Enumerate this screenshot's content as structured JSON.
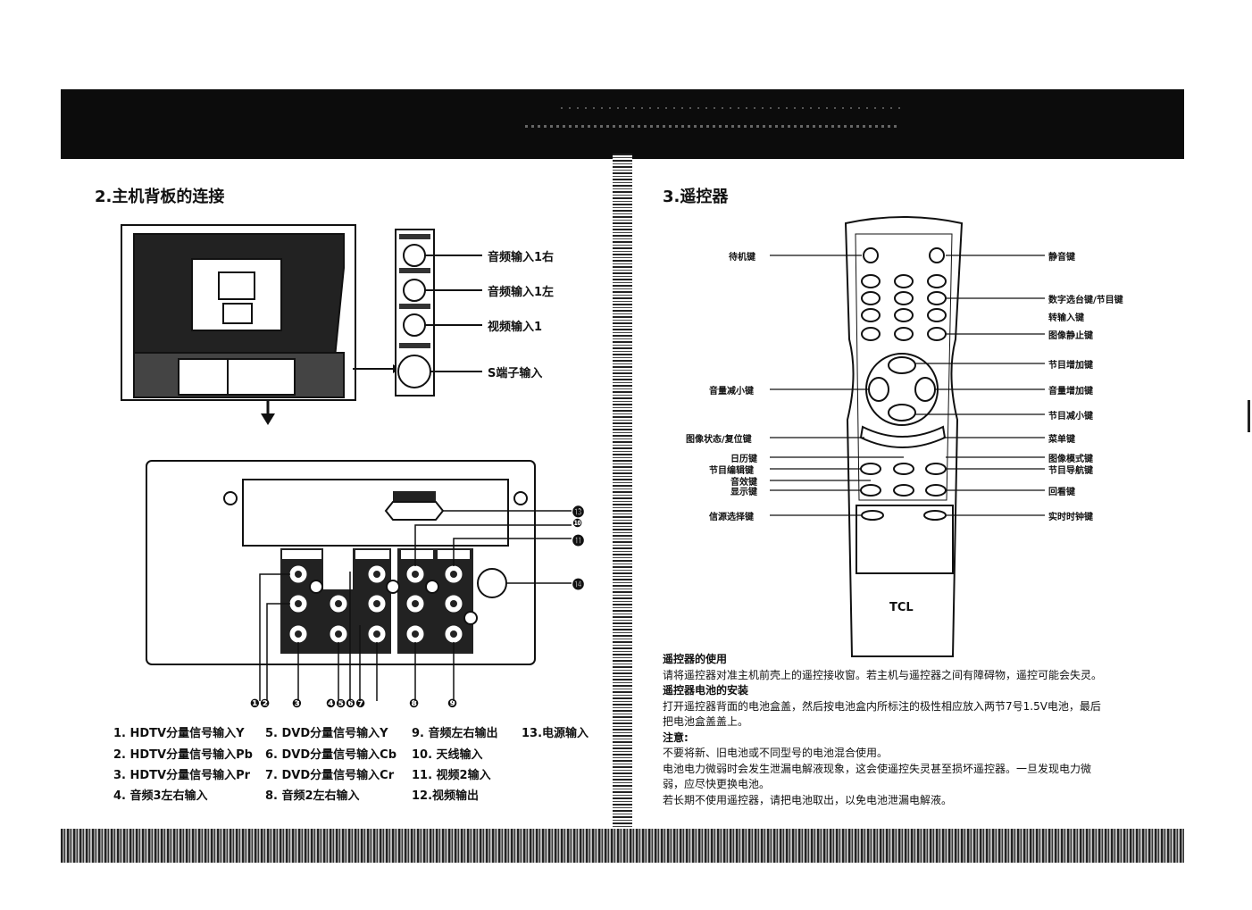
{
  "left": {
    "title": "2.主机背板的连接",
    "side_labels": [
      "音频输入1右",
      "音频输入1左",
      "视频输入1",
      "S端子输入"
    ],
    "callouts": {
      "n12": "❶❷",
      "n3": "❸",
      "n4567": "❹❺❻❼",
      "n8": "❽",
      "n9": "❾",
      "n13": "⓭",
      "n10": "❿",
      "n11": "⓫",
      "n14": "⓮"
    },
    "list": [
      [
        "1. HDTV分量信号输入Y",
        "5. DVD分量信号输入Y",
        "9. 音频左右输出",
        "13.电源输入"
      ],
      [
        "2. HDTV分量信号输入Pb",
        "6. DVD分量信号输入Cb",
        "10. 天线输入",
        ""
      ],
      [
        "3. HDTV分量信号输入Pr",
        "7. DVD分量信号输入Cr",
        "11. 视频2输入",
        ""
      ],
      [
        "4. 音频3左右输入",
        "8. 音频2左右输入",
        "12.视频输出",
        ""
      ]
    ]
  },
  "right": {
    "title": "3.遥控器",
    "left_labels": [
      "待机键",
      "音量减小键",
      "图像状态/复位键",
      "日历键",
      "节目编辑键",
      "音效键",
      "显示键",
      "信源选择键"
    ],
    "right_labels": [
      "静音键",
      "数字选台键/节目键",
      "转输入键",
      "图像静止键",
      "节目增加键",
      "音量增加键",
      "节目减小键",
      "菜单键",
      "图像模式键",
      "节目导航键",
      "回看键",
      "实时时钟键"
    ],
    "brand": "TCL",
    "notes": [
      {
        "text": "遥控器的使用",
        "bold": true
      },
      {
        "text": "请将遥控器对准主机前壳上的遥控接收窗。若主机与遥控器之间有障碍物，遥控可能会失灵。",
        "bold": false
      },
      {
        "text": "遥控器电池的安装",
        "bold": true
      },
      {
        "text": "打开遥控器背面的电池盒盖，然后按电池盒内所标注的极性相应放入两节7号1.5V电池，最后",
        "bold": false
      },
      {
        "text": "把电池盒盖盖上。",
        "bold": false
      },
      {
        "text": "注意:",
        "bold": true
      },
      {
        "text": "不要将新、旧电池或不同型号的电池混合使用。",
        "bold": false
      },
      {
        "text": "电池电力微弱时会发生泄漏电解液现象，这会使遥控失灵甚至损坏遥控器。一旦发现电力微",
        "bold": false
      },
      {
        "text": "弱，应尽快更换电池。",
        "bold": false
      },
      {
        "text": "若长期不使用遥控器，请把电池取出，以免电池泄漏电解液。",
        "bold": false
      }
    ]
  }
}
